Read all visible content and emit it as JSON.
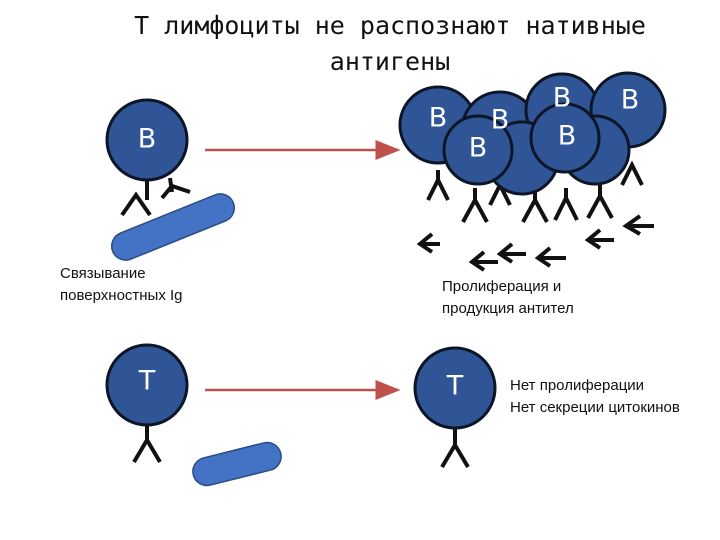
{
  "title": {
    "line1": "Т лимфоциты не распознают нативные",
    "line2": "антигены"
  },
  "cells": {
    "b_label": "В",
    "t_label": "Т"
  },
  "captions": {
    "b_binding": [
      "Связывание",
      "поверхностных Ig"
    ],
    "b_result": [
      "Пролиферация и",
      "продукция антител"
    ],
    "t_result": [
      "Нет пролиферации",
      "Нет секреции цитокинов"
    ]
  },
  "colors": {
    "cell_fill": "#2f5597",
    "cell_outline": "#0d1626",
    "antigen_fill": "#4472c4",
    "arrow": "#c0504d"
  }
}
